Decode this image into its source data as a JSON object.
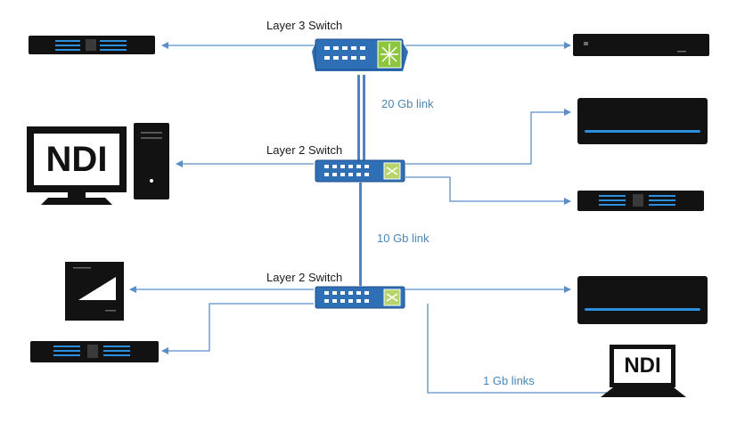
{
  "switches": {
    "l3_label": "Layer 3 Switch",
    "l2_top_label": "Layer 2 Switch",
    "l2_bottom_label": "Layer 2 Switch"
  },
  "links": {
    "link_20": "20 Gb link",
    "link_10": "10 Gb link",
    "link_1": "1 Gb links"
  },
  "devices": {
    "ndi_monitor_text": "NDI",
    "ndi_small_text": "NDI"
  },
  "colors": {
    "line": "#5b8fc7",
    "trunk": "#4f83c2",
    "switch_body": "#2f6fb6",
    "switch_port": "#ffffff",
    "l3_module": "#8cc63f",
    "l2_module": "#b7d36b",
    "device": "#121212",
    "device_accent": "#2b8fe0",
    "label_text": "#4a86b4"
  }
}
